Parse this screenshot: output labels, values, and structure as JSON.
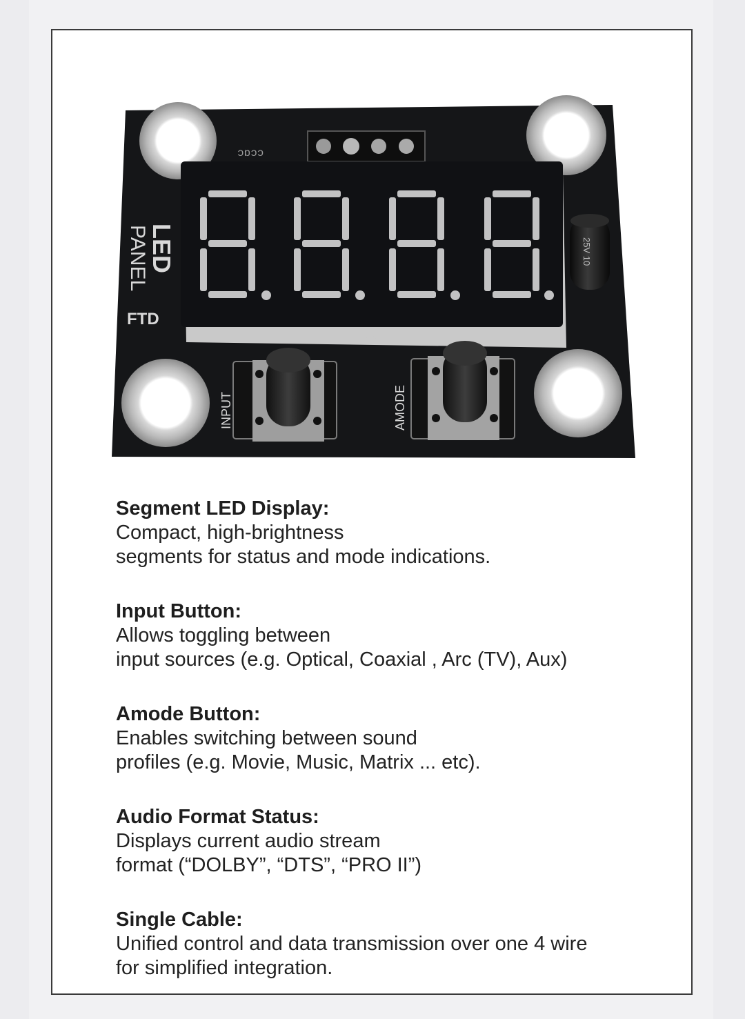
{
  "board": {
    "label_line1": "LED",
    "label_line2": "PANEL",
    "maker": "FTD",
    "button1_label": "INPUT",
    "button2_label": "AMODE",
    "display_text": "8.8.8.8."
  },
  "features": [
    {
      "title": "Segment LED Display:",
      "line1": "Compact, high-brightness",
      "line2": "segments for status and mode indications."
    },
    {
      "title": "Input Button:",
      "line1": "Allows toggling between",
      "line2": "input sources (e.g. Optical, Coaxial , Arc (TV), Aux)"
    },
    {
      "title": "Amode Button:",
      "line1": "Enables switching between sound",
      "line2": "profiles (e.g. Movie, Music, Matrix ... etc)."
    },
    {
      "title": "Audio Format Status:",
      "line1": "Displays current audio stream",
      "line2": "format (“DOLBY”, “DTS”, “PRO II”)"
    },
    {
      "title": "Single Cable:",
      "line1": "Unified control and data transmission over one 4 wire",
      "line2": "for simplified integration."
    }
  ]
}
